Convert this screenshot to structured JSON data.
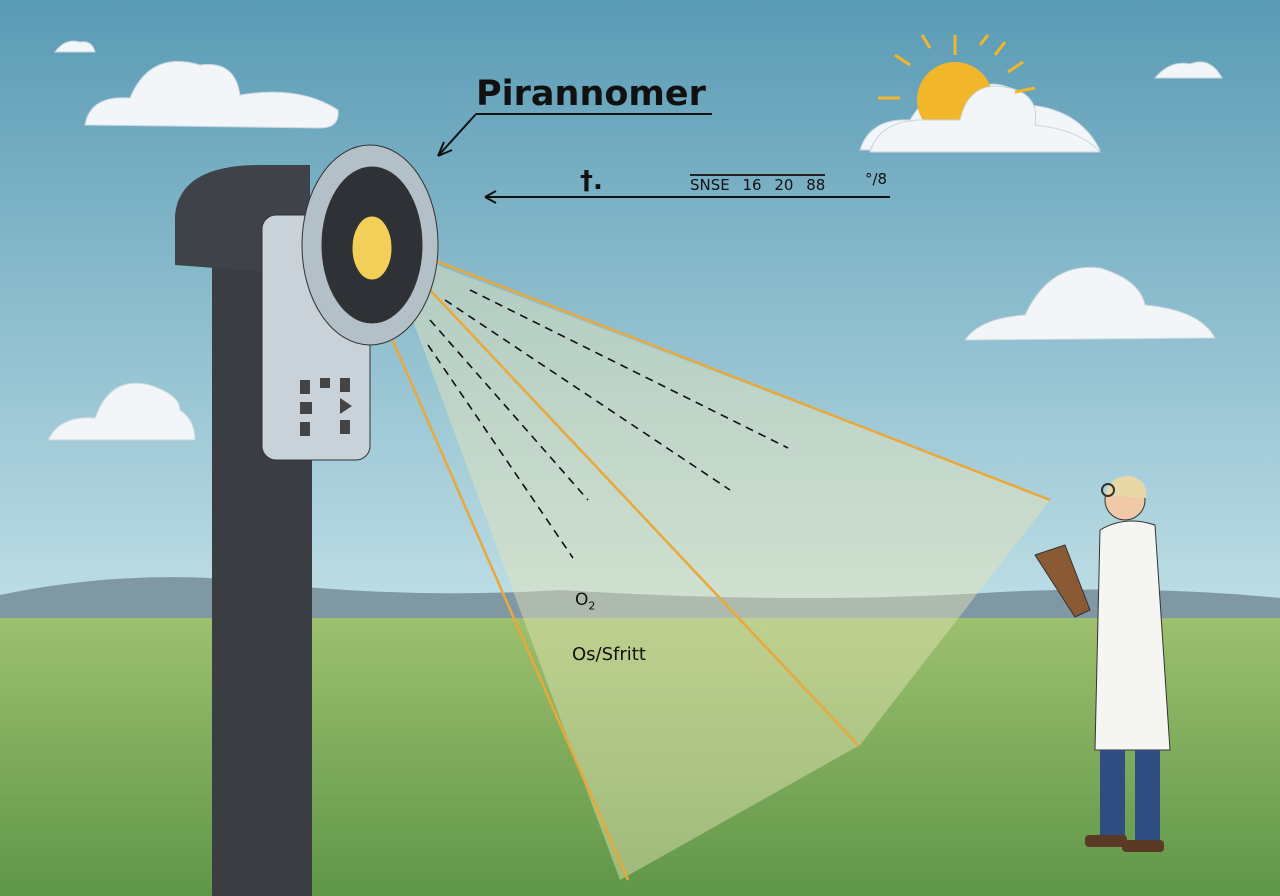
{
  "title": "Pirannomer",
  "symbol_label": "†.",
  "readout": "SNSE 16 20 88",
  "readout_unit": "°/8",
  "gas_label": {
    "main": "O",
    "sub": "2"
  },
  "flux_label": "Os/Sfritt",
  "colors": {
    "sky_top": "#5a9bb5",
    "sky_bottom": "#b9dbe5",
    "grass": "#7aab5a",
    "beam": "#e8a93a",
    "device": "#3a3d42"
  }
}
